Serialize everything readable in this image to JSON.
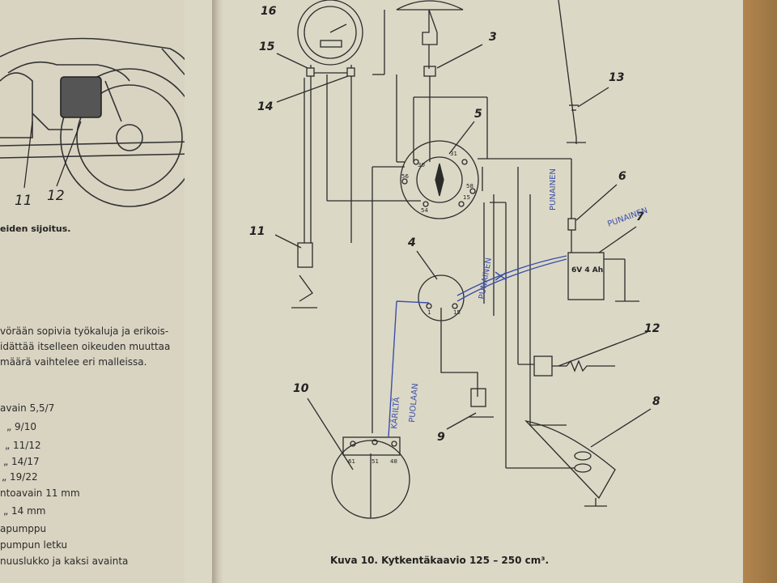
{
  "left_page": {
    "callout_11": "11",
    "callout_12": "12",
    "caption_fragment": "eiden sijoitus.",
    "para_lines": [
      "vörään sopivia työkaluja ja erikois-",
      "idättää itselleen oikeuden muuttaa",
      "määrä vaihtelee eri malleissa."
    ],
    "tool_lines": [
      "avain 5,5/7",
      "„      9/10",
      "„      11/12",
      "„      14/17",
      "„      19/22",
      "ntoavain 11 mm",
      "„        14 mm",
      "apumppu",
      "pumpun letku",
      "nuuslukko ja kaksi avainta"
    ]
  },
  "diagram": {
    "numbers": {
      "n1": "16",
      "n2": "15",
      "n3": "14",
      "n4": "3",
      "n5": "13",
      "n6": "5",
      "n7": "6",
      "n8": "7",
      "n9": "11",
      "n10": "4",
      "n11": "12",
      "n12": "10",
      "n13": "8",
      "n14": "9"
    },
    "switch_terminals": {
      "t30": "30",
      "t31": "31",
      "t56": "56",
      "t58": "58",
      "t54": "54",
      "t15": "15"
    },
    "coil_terminals": {
      "c1": "1",
      "c15": "15"
    },
    "generator_terminals": {
      "g61": "61",
      "g51": "51",
      "g48": "48"
    },
    "battery_label": "6V 4 Ah",
    "handwriting": {
      "punainen_a": "PUNAINEN",
      "punainen_b": "PUNAINEN",
      "punainen_c": "PUNAINEN",
      "karilta": "KÄRILTÄ",
      "puolaan": "PUOLAAN"
    },
    "caption": "Kuva 10. Kytkentäkaavio 125 – 250 cm³."
  }
}
